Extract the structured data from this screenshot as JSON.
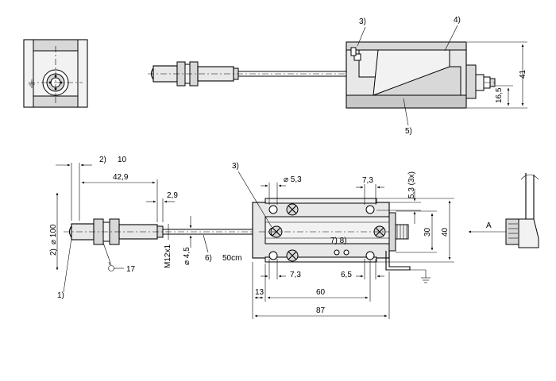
{
  "drawing": {
    "callouts": {
      "c3_top": "3)",
      "c4_top": "4)",
      "c5_top": "5)",
      "c3_front": "3)",
      "c1": "1)",
      "c2_top": "2)",
      "c2_side": "2)",
      "c6": "6)",
      "c78": "7) 8)"
    },
    "dimensions": {
      "d41": "41",
      "d16_5": "16,5",
      "d10": "10",
      "d42_9": "42,9",
      "d2_9": "2,9",
      "d100": "⌀ 100",
      "m12": "M12x1",
      "d4_5": "⌀ 4,5",
      "len50": "50cm",
      "wrench17": "17",
      "d5_3hole": "⌀ 5,3",
      "d7_3top": "7,3",
      "d5_3x": "5,3 (3x)",
      "d30": "30",
      "d40": "40",
      "d7_3bot": "7,3",
      "d6_5": "6,5",
      "d13": "13",
      "d60": "60",
      "d87": "87",
      "viewA": "A"
    }
  }
}
